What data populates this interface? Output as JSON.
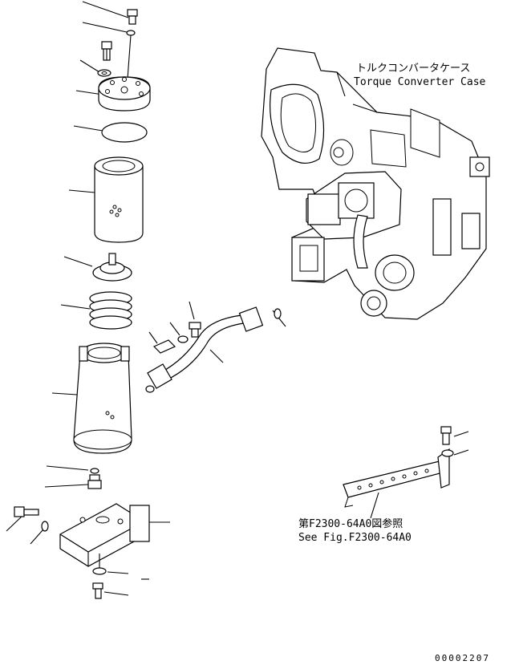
{
  "case_label": {
    "japanese": "トルクコンバータケース",
    "english": "Torque Converter Case"
  },
  "reference_label": {
    "japanese": "第F2300-64A0図参照",
    "english": "See Fig.F2300-64A0"
  },
  "drawing_number": "00002207"
}
